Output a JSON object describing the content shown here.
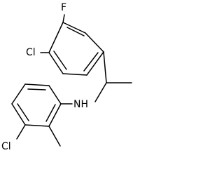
{
  "molecule": {
    "atoms": {
      "fluorine": "F",
      "chlorine_upper": "Cl",
      "amine": "NH",
      "chlorine_lower": "Cl"
    },
    "bond_color": "#000000",
    "label_color": "#000000",
    "background": "#ffffff"
  }
}
